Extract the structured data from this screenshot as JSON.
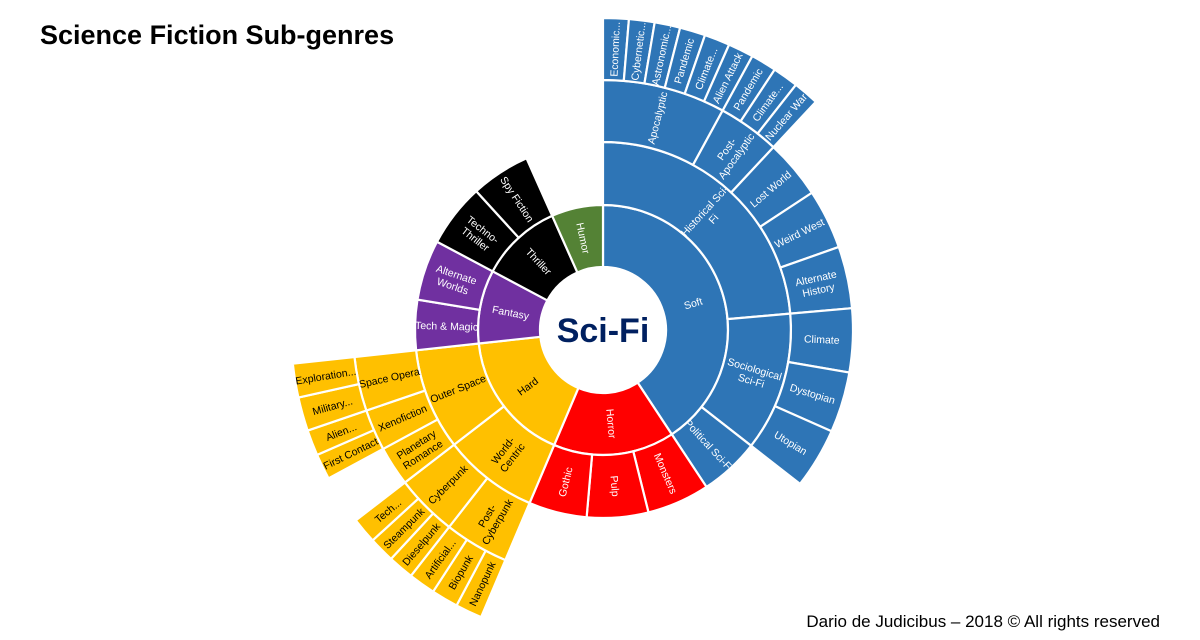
{
  "title": "Science Fiction Sub-genres",
  "footer": "Dario de Judicibus – 2018 © All rights reserved",
  "chart_data": {
    "type": "sunburst",
    "title": "Science Fiction Sub-genres",
    "center_label": "Sci-Fi",
    "colors": {
      "Soft": "#2E75B6",
      "Horror": "#FF0000",
      "Hard": "#FFC000",
      "Fantasy": "#7030A0",
      "Thriller": "#000000",
      "Humor": "#548235"
    },
    "text_colors": {
      "Soft": "#FFFFFF",
      "Horror": "#FFFFFF",
      "Hard": "#000000",
      "Fantasy": "#FFFFFF",
      "Thriller": "#FFFFFF",
      "Humor": "#FFFFFF"
    },
    "nodes": [
      {
        "label": "Soft",
        "children": [
          {
            "label": "Historical Sci-\nFi",
            "children": [
              {
                "label": "Apocalyptic",
                "children": [
                  {
                    "label": "Economic...",
                    "value": 4.77
                  },
                  {
                    "label": "Cybernetic...",
                    "value": 4.77
                  },
                  {
                    "label": "Astronomic...",
                    "value": 4.77
                  },
                  {
                    "label": "Pandemic",
                    "value": 4.77
                  },
                  {
                    "label": "Climate...",
                    "value": 4.76
                  },
                  {
                    "label": "Alien Attack",
                    "value": 4.76
                  }
                ]
              },
              {
                "label": "Post-\nApocalyptic",
                "children": [
                  {
                    "label": "Pandemic",
                    "value": 4.8
                  },
                  {
                    "label": "Climate...",
                    "value": 4.8
                  },
                  {
                    "label": "Nuclear War",
                    "value": 4.8
                  }
                ]
              },
              {
                "label": "Lost World",
                "value": 13.7
              },
              {
                "label": "Weird West",
                "value": 13.9
              },
              {
                "label": "Alternate\nHistory",
                "value": 14.4
              }
            ]
          },
          {
            "label": "Sociological\nSci-Fi",
            "children": [
              {
                "label": "Climate",
                "value": 14.8
              },
              {
                "label": "Dystopian",
                "value": 14.1
              },
              {
                "label": "Utopian",
                "value": 14.1
              }
            ]
          },
          {
            "label": "Political Sci-Fi",
            "value": 18.6
          }
        ]
      },
      {
        "label": "Horror",
        "children": [
          {
            "label": "Monsters",
            "value": 19.4
          },
          {
            "label": "Pulp",
            "value": 19.0
          },
          {
            "label": "Gothic",
            "value": 18.0
          }
        ]
      },
      {
        "label": "Hard",
        "children": [
          {
            "label": "World-\nCentric",
            "children": [
              {
                "label": "Post-\nCyberpunk",
                "children": [
                  {
                    "label": "Nanopunk",
                    "value": 5
                  },
                  {
                    "label": "Biopunk",
                    "value": 5
                  },
                  {
                    "label": "Artificial...",
                    "value": 5
                  }
                ]
              },
              {
                "label": "Cyberpunk",
                "children": [
                  {
                    "label": "Dieselpunk",
                    "value": 4.8
                  },
                  {
                    "label": "Steampunk",
                    "value": 4.8
                  },
                  {
                    "label": "Tech...",
                    "value": 4.8
                  }
                ]
              }
            ]
          },
          {
            "label": "Outer Space",
            "children": [
              {
                "label": "Planetary\nRomance",
                "value": 9.2
              },
              {
                "label": "Xenofiction",
                "children": [
                  {
                    "label": "First Contact",
                    "value": 4.8
                  },
                  {
                    "label": "Alien...",
                    "value": 4.8
                  }
                ]
              },
              {
                "label": "Space Opera",
                "children": [
                  {
                    "label": "Military...",
                    "value": 6.3
                  },
                  {
                    "label": "Exploration...",
                    "value": 6.3
                  }
                ]
              }
            ]
          }
        ]
      },
      {
        "label": "Fantasy",
        "children": [
          {
            "label": "Tech & Magic",
            "value": 15.5
          },
          {
            "label": "Alternate\nWorlds",
            "value": 18.7
          }
        ]
      },
      {
        "label": "Thriller",
        "children": [
          {
            "label": "Techno-\nThriller",
            "value": 19.6
          },
          {
            "label": "Spy Fiction",
            "value": 18.4
          }
        ]
      },
      {
        "label": "Humor",
        "value": 24
      }
    ]
  }
}
